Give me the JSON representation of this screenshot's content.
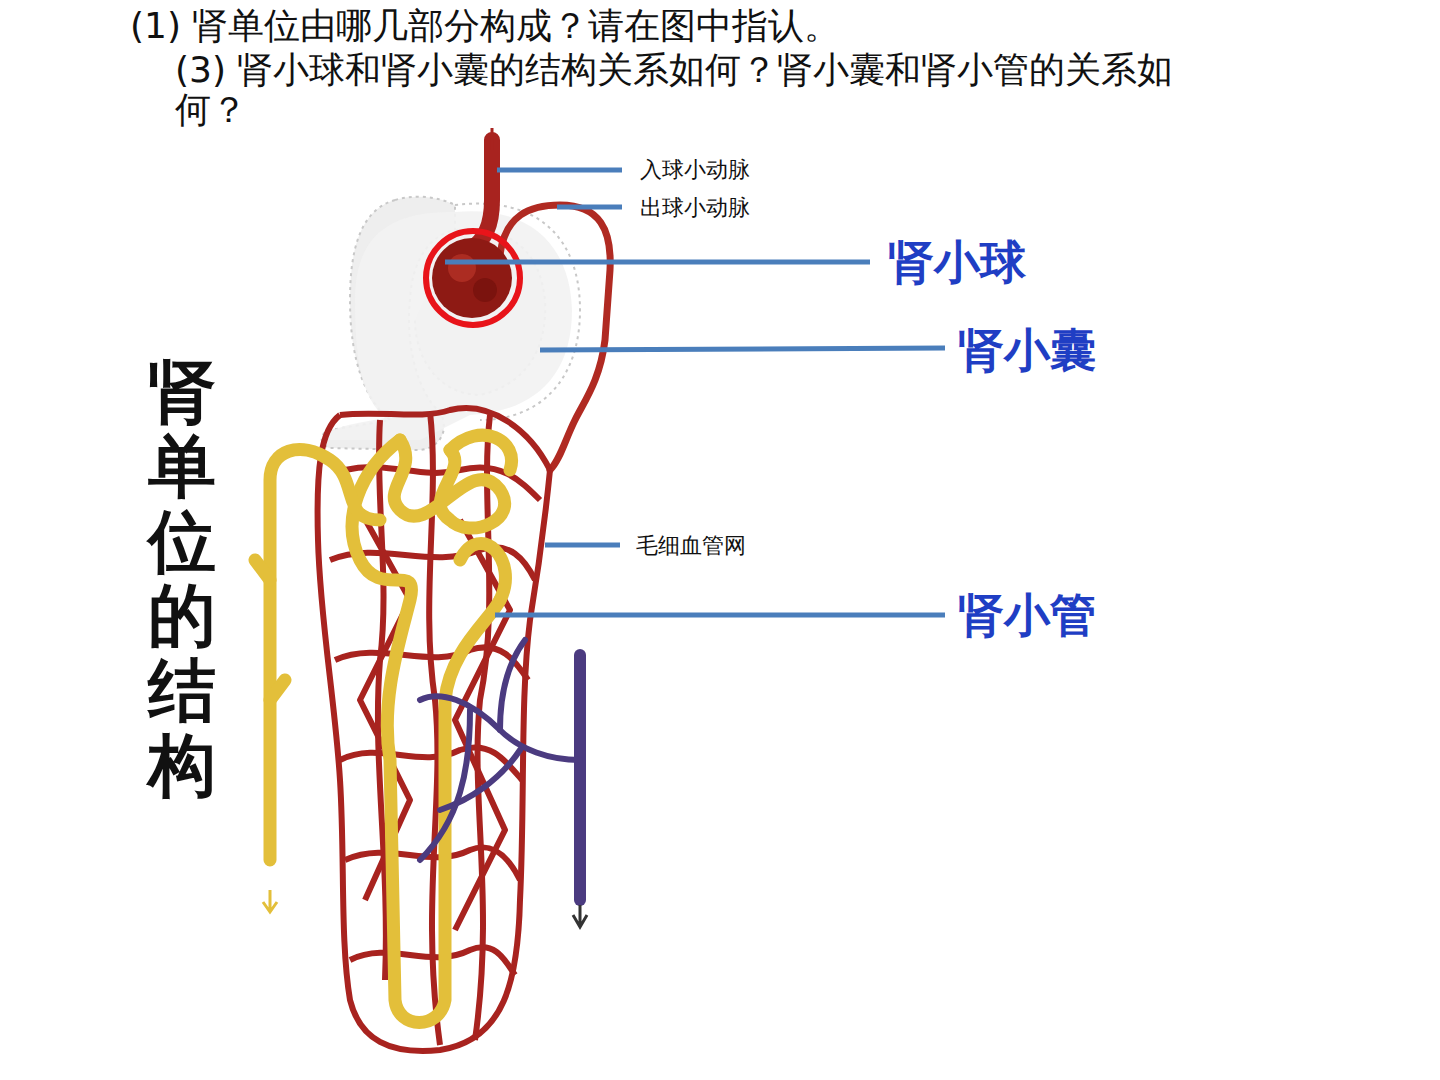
{
  "diagram": {
    "title": "肾单位的结构",
    "labels": [
      "(1) 肾单位由哪几部分构成？请在图中指认。",
      "(3) 肾小球和肾小囊的结构关系如何？肾小囊和肾小管的关系如何？",
      "入球小动脉",
      "出球小动脉",
      "肾小球",
      "肾小囊",
      "毛细血管网",
      "肾小管"
    ]
  }
}
